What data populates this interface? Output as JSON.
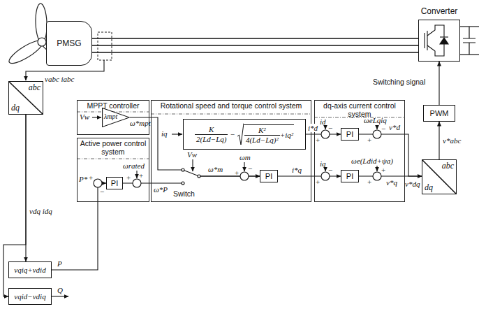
{
  "diagram": {
    "nodes": [
      {
        "text": [
          "PMSG"
        ]
      },
      {
        "text": [
          "Converter"
        ]
      },
      {
        "text": [
          "abc",
          "dq"
        ]
      },
      {
        "text": [
          "MPPT controller"
        ]
      },
      {
        "text": [
          "λmpt"
        ],
        "in": 3
      },
      {
        "text": [
          "Active power control system"
        ]
      },
      {
        "text": [
          "PI"
        ],
        "in": 5
      },
      {
        "text": [
          "Rotational speed and torque control system"
        ]
      },
      {
        "text": [
          "K",
          "2(Ld−Lq)",
          "−",
          "K²",
          "4(Ld−Lq)²",
          "+iq²"
        ],
        "in": 7
      },
      {
        "text": [
          "PI"
        ],
        "in": 7
      },
      {
        "text": [
          "dq-axis current control system"
        ]
      },
      {
        "text": [
          "PI"
        ],
        "in": 10
      },
      {
        "text": [
          "PI"
        ],
        "in": 10
      },
      {
        "text": [
          "PWM"
        ]
      },
      {
        "text": [
          "abc",
          "dq"
        ]
      },
      {
        "text": [
          "vqiq+vdid"
        ]
      },
      {
        "text": [
          "vqid−vdiq"
        ]
      }
    ],
    "edges": [
      {
        "from": 0,
        "to": 1,
        "arrow": "none"
      },
      {
        "from": 2,
        "to": 15,
        "arrow": "to"
      },
      {
        "from": 2,
        "to": 16,
        "arrow": "to"
      },
      {
        "from": 15,
        "to": 6,
        "arrow": "to"
      },
      {
        "from": 4,
        "to": 9,
        "arrow": "to"
      },
      {
        "from": 6,
        "to": 9,
        "arrow": "to"
      },
      {
        "from": 9,
        "to": 12,
        "arrow": "to"
      },
      {
        "from": 8,
        "to": 11,
        "arrow": "to"
      },
      {
        "from": 11,
        "to": 14,
        "arrow": "to"
      },
      {
        "from": 12,
        "to": 14,
        "arrow": "to"
      },
      {
        "from": 14,
        "to": 13,
        "arrow": "to"
      },
      {
        "from": 13,
        "to": 1,
        "arrow": "to"
      }
    ],
    "labels": [
      "vabc iabc",
      "vdq idq",
      "P",
      "Q",
      "Vw",
      "ω*mpt",
      "P*",
      "+",
      "−",
      "ωrated",
      "+",
      "+",
      "ω*P",
      "iq",
      "Vw",
      "Switch",
      "ω*m",
      "+",
      "−",
      "ωm",
      "i*d",
      "i*q",
      "id",
      "−",
      "+",
      "ωeLqiq",
      "−",
      "+",
      "v*d",
      "iq",
      "−",
      "+",
      "ωe(Ldid+ψa)",
      "+",
      "+",
      "v*q",
      "v*dq",
      "v*abc",
      "Switching signal"
    ]
  }
}
